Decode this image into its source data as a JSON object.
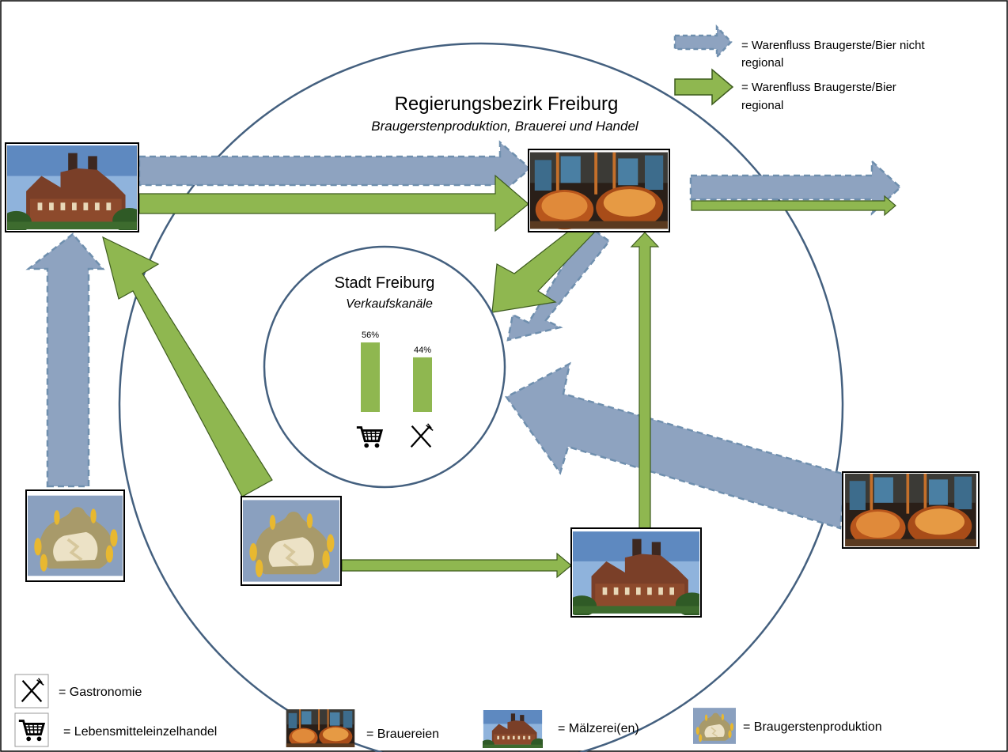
{
  "legend": {
    "non_regional_flow": "= Warenfluss Braugerste/Bier nicht regional",
    "non_regional_line1": "= Warenfluss Braugerste/Bier nicht",
    "non_regional_line2": "regional",
    "regional_line1": "= Warenfluss Braugerste/Bier",
    "regional_line2": "regional",
    "gastronomy": "= Gastronomie",
    "retail": "= Lebensmitteleinzelhandel",
    "breweries": "= Brauereien",
    "malting": "= Mälzerei(en)",
    "barley": "= Braugerstenproduktion"
  },
  "region": {
    "title": "Regierungsbezirk Freiburg",
    "subtitle": "Braugerstenproduktion, Brauerei und Handel"
  },
  "city": {
    "title": "Stadt Freiburg",
    "subtitle": "Verkaufskanäle"
  },
  "chart_data": {
    "type": "bar",
    "categories": [
      "Lebensmitteleinzelhandel",
      "Gastronomie"
    ],
    "values": [
      56,
      44
    ],
    "value_labels": [
      "56%",
      "44%"
    ],
    "ylim": [
      0,
      100
    ],
    "bar_color": "#8fb750"
  },
  "colors": {
    "regional": "#8fb750",
    "non_regional": "#8ea3c0",
    "non_regional_border": "#6f8fae",
    "circle": "#44607f"
  },
  "icons": [
    "brewery-icon",
    "malthouse-icon",
    "barley-sack-icon",
    "shopping-cart-icon",
    "fork-knife-icon"
  ]
}
